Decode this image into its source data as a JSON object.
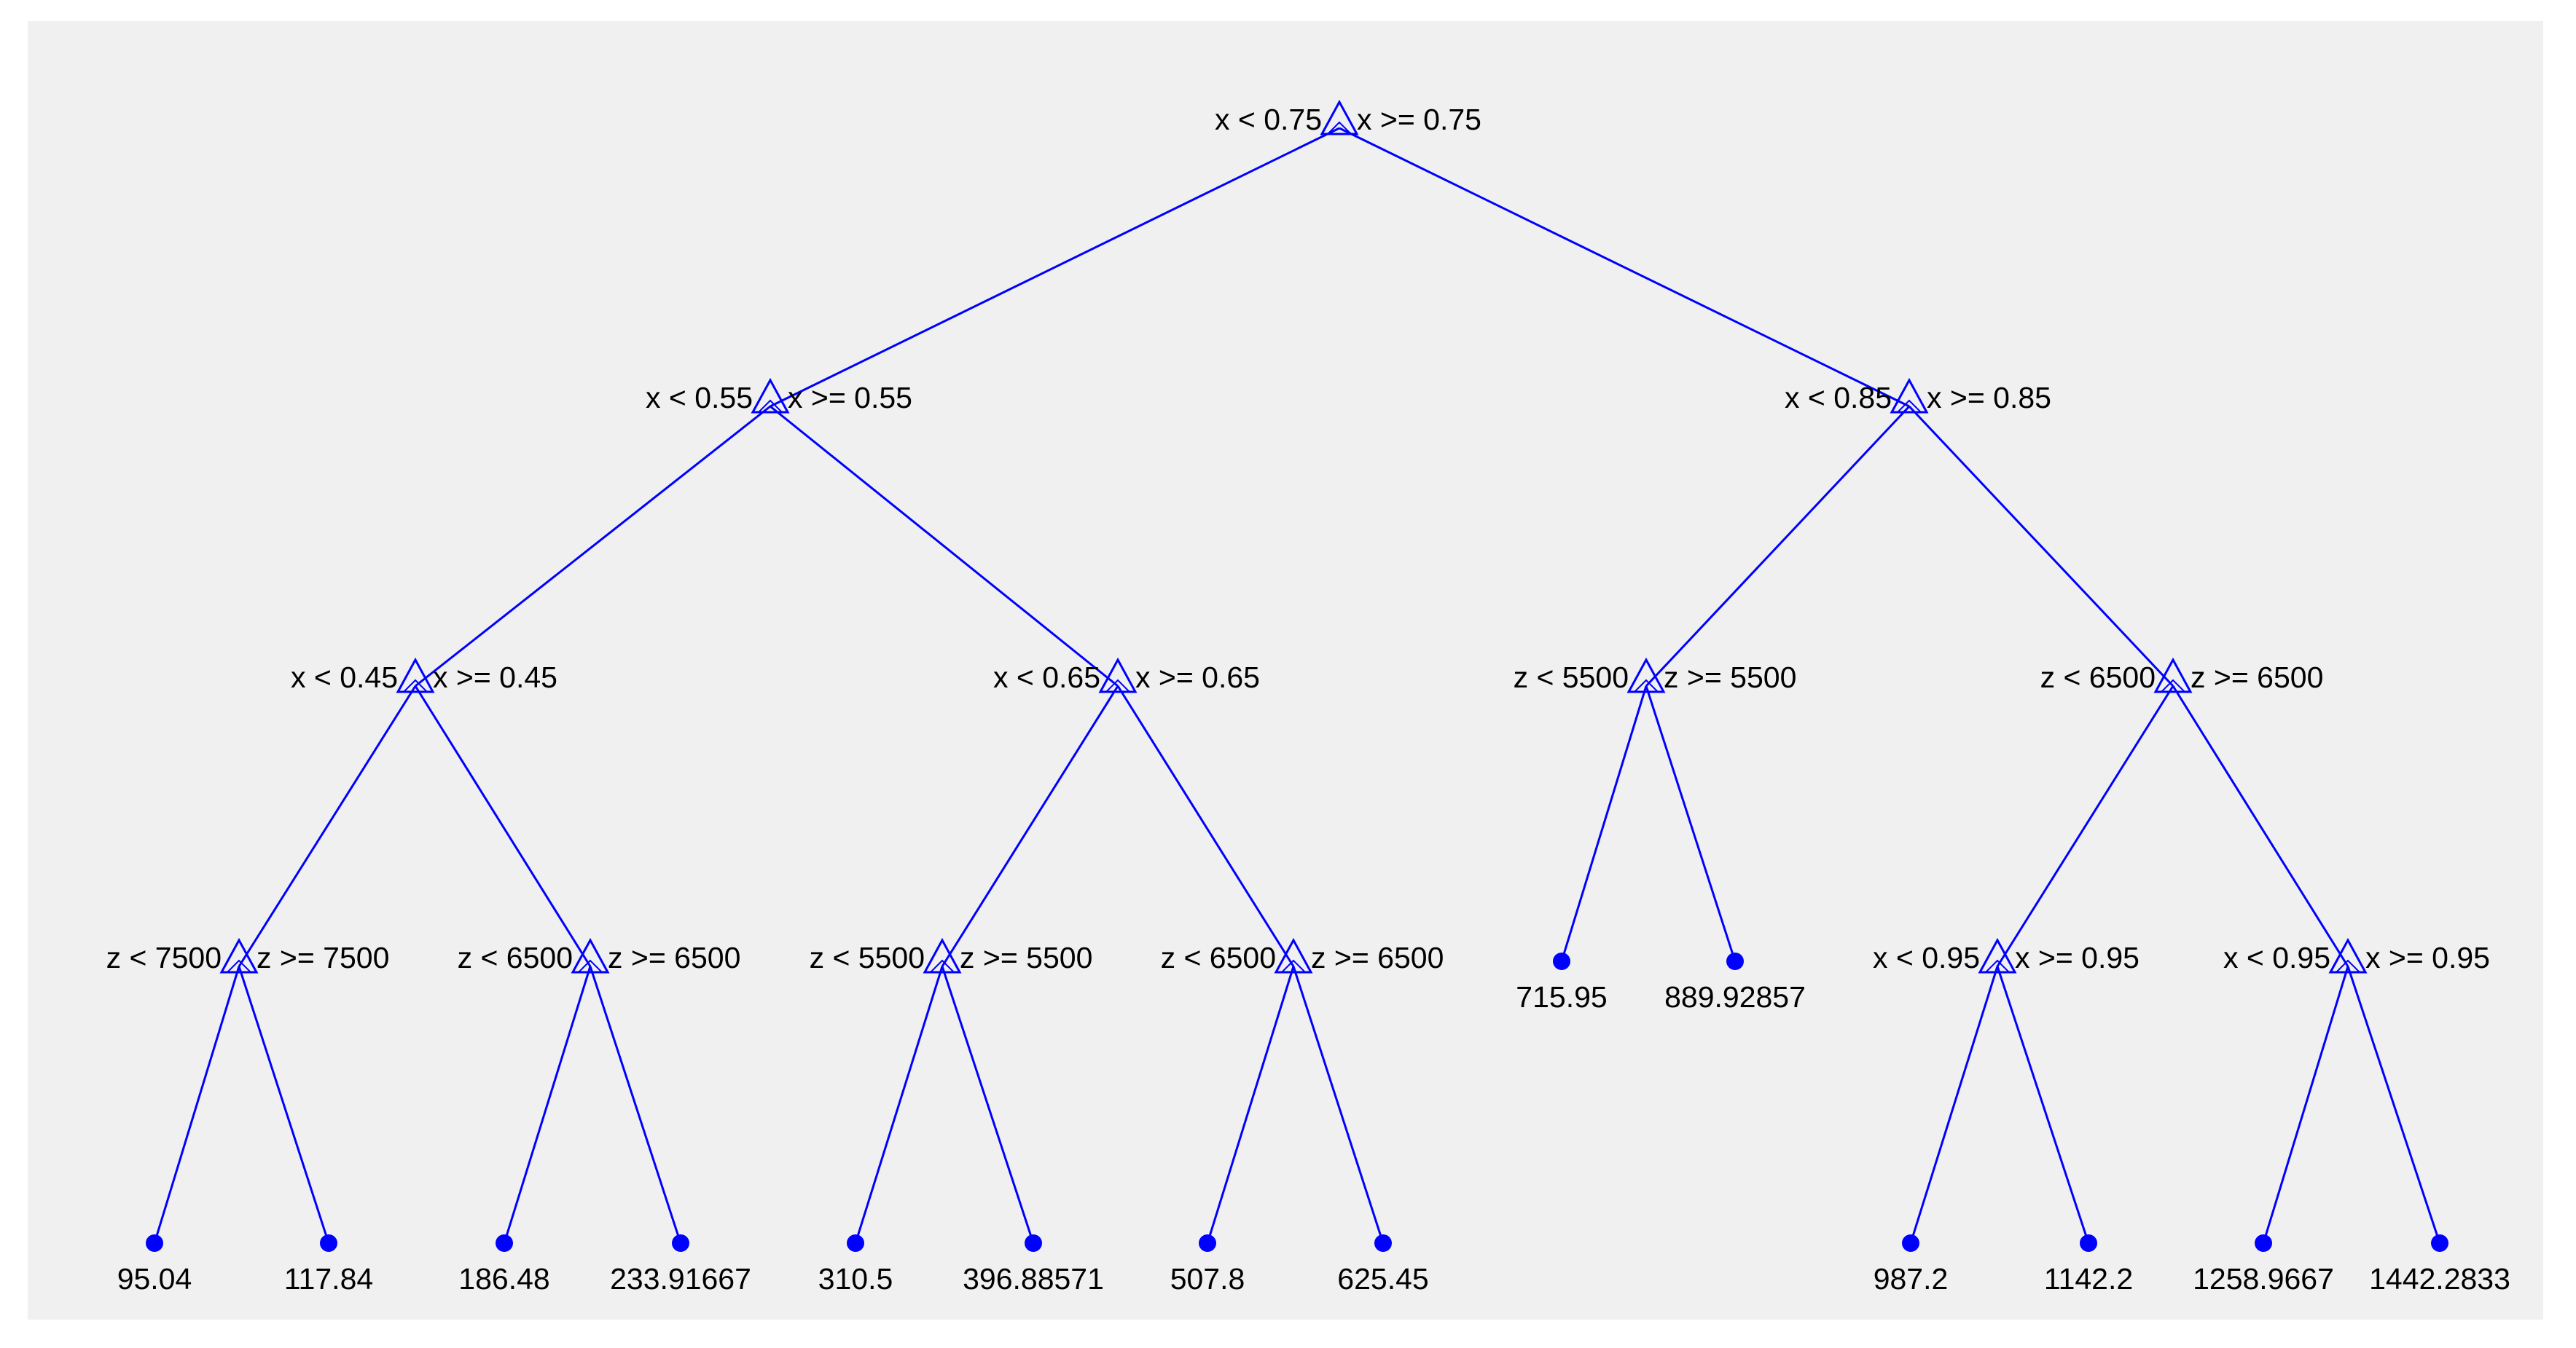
{
  "colors": {
    "edge": "#0000ff",
    "panel": "#f0f0f0",
    "text": "#000000"
  },
  "tree": {
    "label": "",
    "left": "x < 0.75",
    "right": "x >= 0.75",
    "children": [
      {
        "left": "x < 0.55",
        "right": "x >= 0.55",
        "children": [
          {
            "left": "x < 0.45",
            "right": "x >= 0.45",
            "children": [
              {
                "left": "z < 7500",
                "right": "z >= 7500",
                "children": [
                  {
                    "leaf": "95.04"
                  },
                  {
                    "leaf": "117.84"
                  }
                ]
              },
              {
                "left": "z < 6500",
                "right": "z >= 6500",
                "children": [
                  {
                    "leaf": "186.48"
                  },
                  {
                    "leaf": "233.91667"
                  }
                ]
              }
            ]
          },
          {
            "left": "x < 0.65",
            "right": "x >= 0.65",
            "children": [
              {
                "left": "z < 5500",
                "right": "z >= 5500",
                "children": [
                  {
                    "leaf": "310.5"
                  },
                  {
                    "leaf": "396.88571"
                  }
                ]
              },
              {
                "left": "z < 6500",
                "right": "z >= 6500",
                "children": [
                  {
                    "leaf": "507.8"
                  },
                  {
                    "leaf": "625.45"
                  }
                ]
              }
            ]
          }
        ]
      },
      {
        "left": "x < 0.85",
        "right": "x >= 0.85",
        "children": [
          {
            "left": "z < 5500",
            "right": "z >= 5500",
            "children": [
              {
                "leaf": "715.95"
              },
              {
                "leaf": "889.92857"
              }
            ]
          },
          {
            "left": "z < 6500",
            "right": "z >= 6500",
            "children": [
              {
                "left": "x < 0.95",
                "right": "x >= 0.95",
                "children": [
                  {
                    "leaf": "987.2"
                  },
                  {
                    "leaf": "1142.2"
                  }
                ]
              },
              {
                "left": "x < 0.95",
                "right": "x >= 0.95",
                "children": [
                  {
                    "leaf": "1258.9667"
                  },
                  {
                    "leaf": "1442.2833"
                  }
                ]
              }
            ]
          }
        ]
      }
    ]
  }
}
